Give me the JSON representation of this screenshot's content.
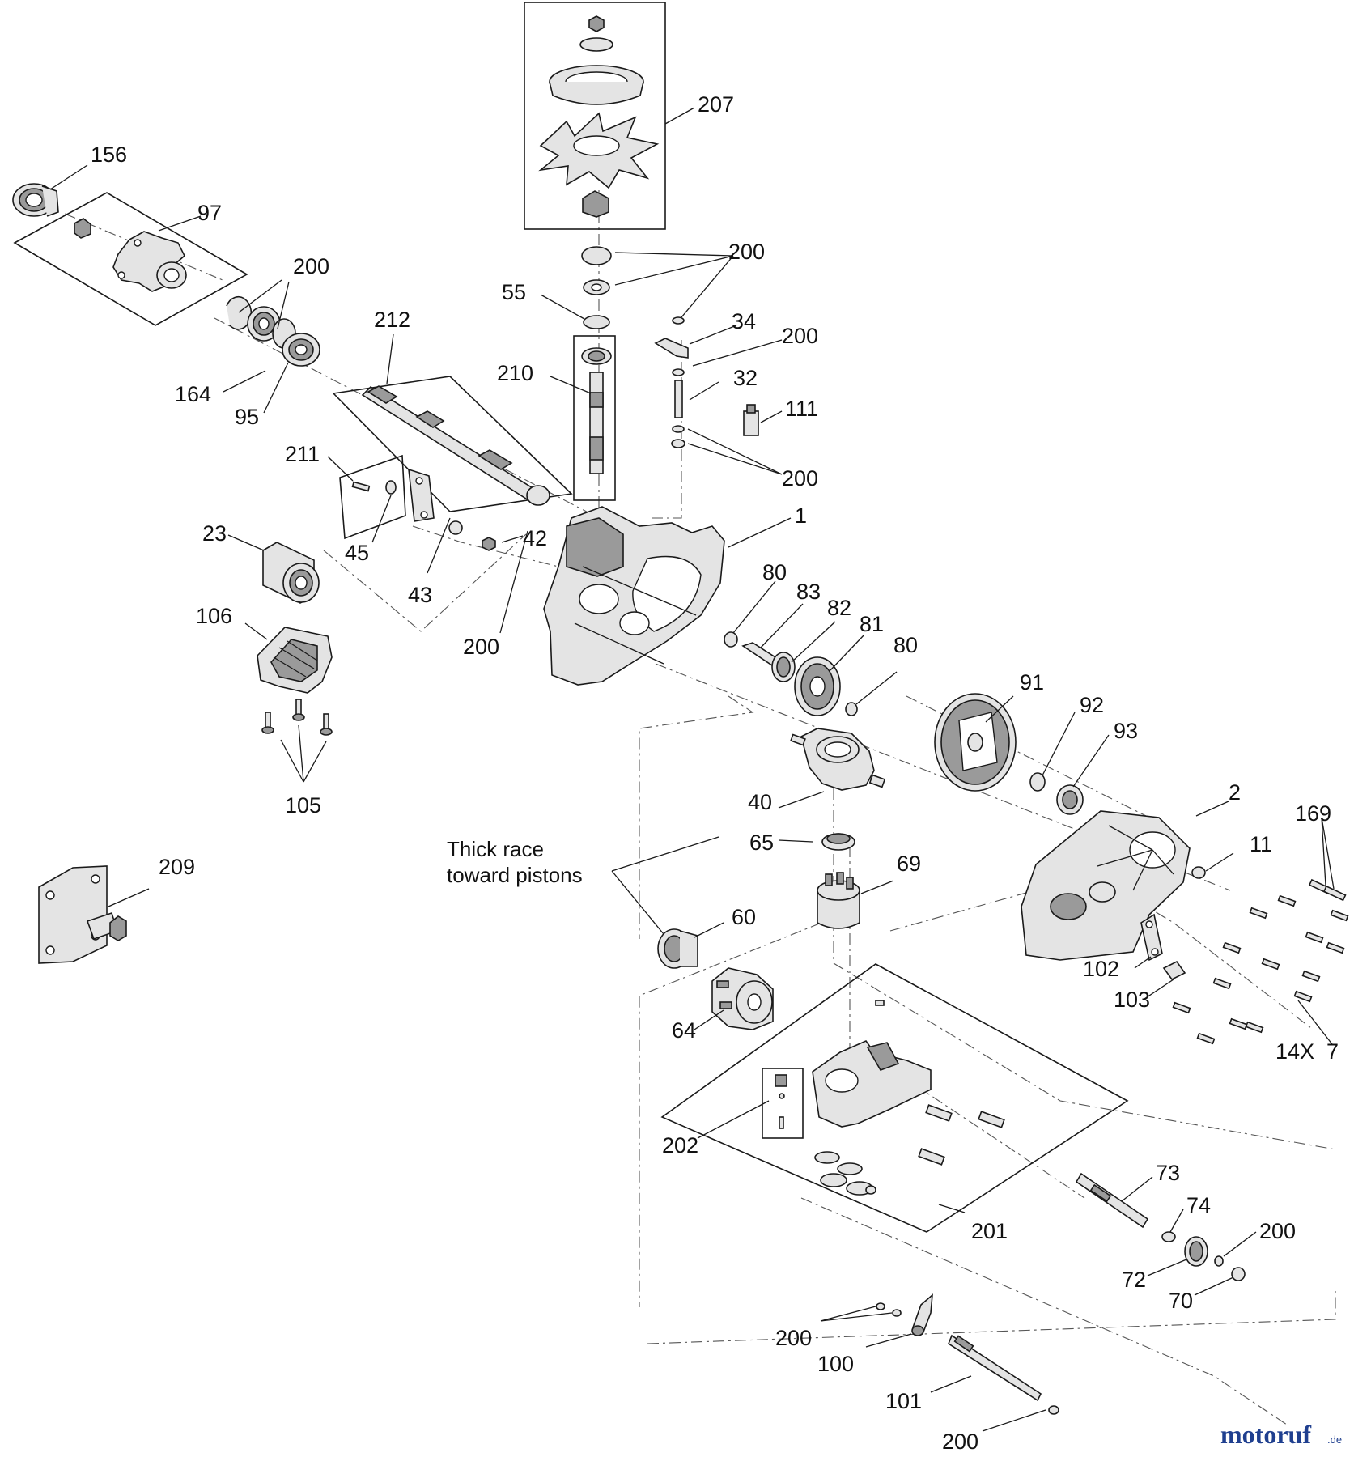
{
  "callouts": {
    "c207": "207",
    "c156": "156",
    "c97": "97",
    "c200_a": "200",
    "c200_b": "200",
    "c55": "55",
    "c34": "34",
    "c200_c": "200",
    "c212": "212",
    "c210": "210",
    "c32": "32",
    "c164": "164",
    "c95": "95",
    "c111": "111",
    "c200_d": "200",
    "c211": "211",
    "c1": "1",
    "c23": "23",
    "c42": "42",
    "c45": "45",
    "c80_a": "80",
    "c83": "83",
    "c82": "82",
    "c81": "81",
    "c43": "43",
    "c106": "106",
    "c200_e": "200",
    "c80_b": "80",
    "c91": "91",
    "c92": "92",
    "c93": "93",
    "c40": "40",
    "c2": "2",
    "c169": "169",
    "c105": "105",
    "c65": "65",
    "c11": "11",
    "c209": "209",
    "c69": "69",
    "c60": "60",
    "c102": "102",
    "c103": "103",
    "c64": "64",
    "c14x7": "14X  7",
    "c202": "202",
    "c73": "73",
    "c74": "74",
    "c200_f": "200",
    "c201": "201",
    "c72": "72",
    "c70": "70",
    "c200_g": "200",
    "c100": "100",
    "c101": "101",
    "c200_h": "200"
  },
  "note": {
    "line1": "Thick race",
    "line2": "toward pistons"
  },
  "watermark": {
    "text": "motoruf",
    "suffix": ".de",
    "colors": {
      "primary": "#1f3f8f",
      "accent": "#c8102e"
    }
  }
}
